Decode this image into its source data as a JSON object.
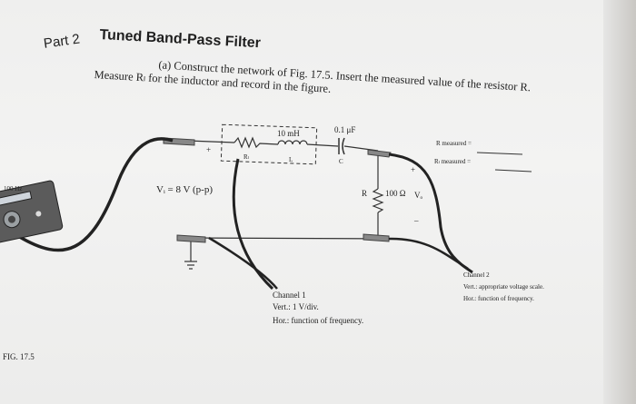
{
  "part": {
    "label": "Part 2",
    "title": "Tuned Band-Pass Filter"
  },
  "instructions": {
    "line1": "(a) Construct the network of Fig. 17.5. Insert the measured value of the resistor R.",
    "line2": "Measure Rₗ for the inductor and record in the figure."
  },
  "circuit": {
    "inductor_value": "10 mH",
    "inductor_symbol": "L",
    "inductor_resistance": "Rₗ",
    "capacitor_value": "0.1 μF",
    "capacitor_symbol": "C",
    "resistor_label": "R",
    "resistor_value": "100 Ω",
    "input_voltage": "Vᵢ = 8 V (p-p)",
    "output_voltage": "Vₒ",
    "plus": "+",
    "minus": "–",
    "generator_freq": "100 Hz"
  },
  "measurements": {
    "r_measured": "R measured =",
    "rl_measured": "Rₗ measured ="
  },
  "channel1": {
    "title": "Channel 1",
    "vert": "Vert.: 1 V/div.",
    "hor": "Hor.: function of frequency."
  },
  "channel2": {
    "title": "Channel 2",
    "vert": "Vert.: appropriate voltage scale.",
    "hor": "Hor.: function of frequency."
  },
  "figure_label": "FIG. 17.5"
}
